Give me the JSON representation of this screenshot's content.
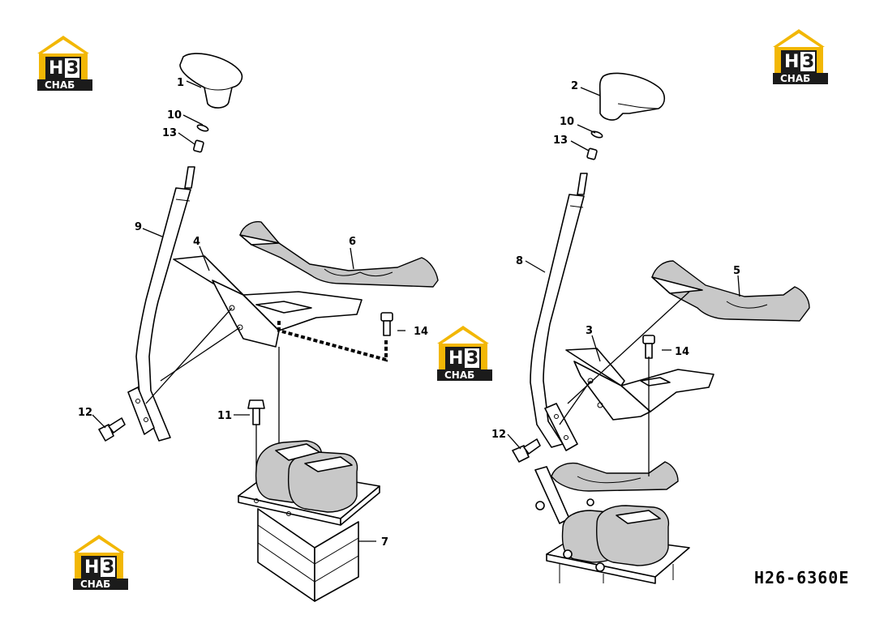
{
  "diagram": {
    "drawing_code": "H26-6360E",
    "callouts": {
      "c1": "1",
      "c2": "2",
      "c3": "3",
      "c4": "4",
      "c5": "5",
      "c6": "6",
      "c7": "7",
      "c8": "8",
      "c9": "9",
      "c10a": "10",
      "c10b": "10",
      "c11": "11",
      "c12a": "12",
      "c12b": "12",
      "c13a": "13",
      "c13b": "13",
      "c14a": "14",
      "c14b": "14"
    }
  },
  "watermark": {
    "letters_h": "H",
    "letters_3": "3",
    "caption": "СНАБ",
    "colors": {
      "yellow": "#f2b705",
      "dark": "#1b1b1b",
      "white": "#ffffff"
    }
  }
}
